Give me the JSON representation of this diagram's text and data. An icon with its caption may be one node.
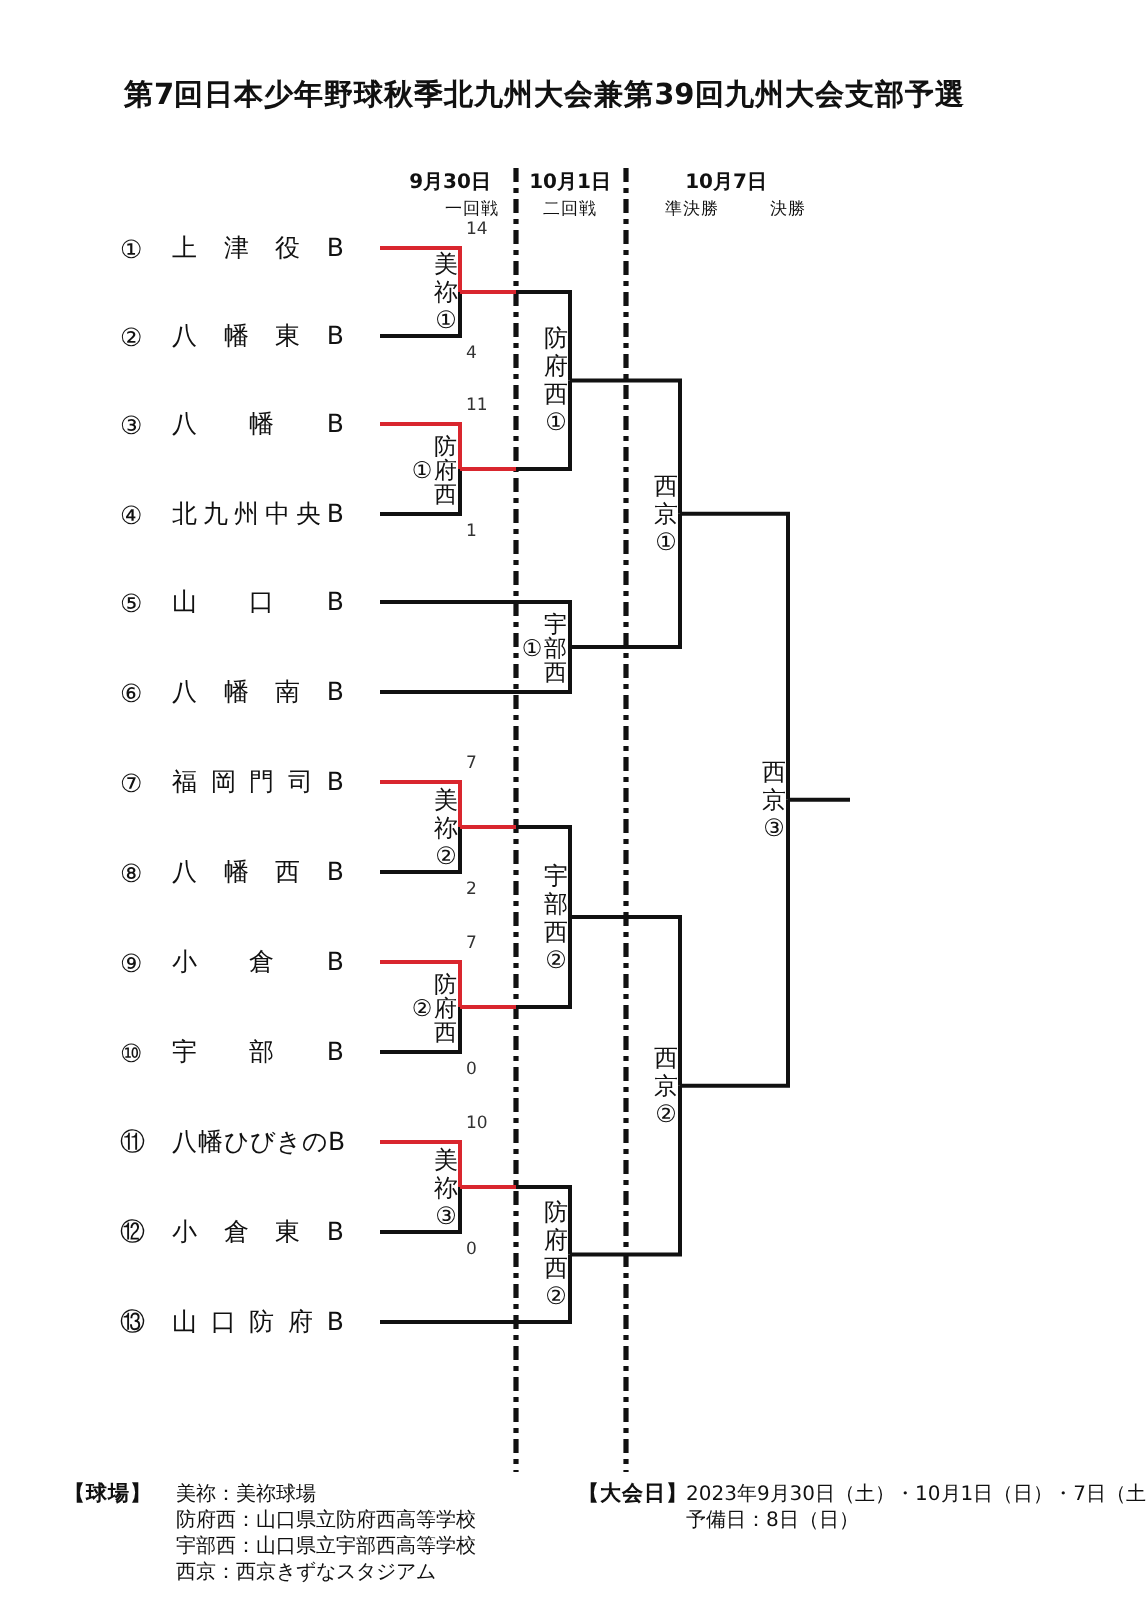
{
  "diagram": {
    "title": "第7回日本少年野球秋季北九州大会兼第39回九州大会支部予選",
    "nodes": [
      {
        "text": [
          "①",
          "上 津 役 B"
        ]
      },
      {
        "text": [
          "②",
          "八 幡 東 B"
        ]
      },
      {
        "text": [
          "③",
          "八 幡 B"
        ]
      },
      {
        "text": [
          "④",
          "北九州中央B"
        ]
      },
      {
        "text": [
          "⑤",
          "山 口 B"
        ]
      },
      {
        "text": [
          "⑥",
          "八 幡 南 B"
        ]
      },
      {
        "text": [
          "⑦",
          "福 岡 門 司 B"
        ]
      },
      {
        "text": [
          "⑧",
          "八 幡 西 B"
        ]
      },
      {
        "text": [
          "⑨",
          "小 倉 B"
        ]
      },
      {
        "text": [
          "⑩",
          "宇 部 B"
        ]
      },
      {
        "text": [
          "⑪",
          "八幡ひびきのB"
        ]
      },
      {
        "text": [
          "⑫",
          "小 倉 東 B"
        ]
      },
      {
        "text": [
          "⑬",
          "山 口 防 府 B"
        ]
      },
      {
        "text": [
          "美祢①"
        ],
        "beside": [
          "14",
          "4"
        ]
      },
      {
        "text": [
          "防府西①"
        ],
        "beside": [
          "11",
          "1"
        ]
      },
      {
        "text": [
          "美祢②"
        ],
        "beside": [
          "7",
          "2"
        ]
      },
      {
        "text": [
          "防府西②"
        ],
        "beside": [
          "7",
          "0"
        ]
      },
      {
        "text": [
          "美祢③"
        ],
        "beside": [
          "10",
          "0"
        ]
      },
      {
        "text": [
          "防府西①"
        ]
      },
      {
        "text": [
          "宇部西①"
        ]
      },
      {
        "text": [
          "宇部西②"
        ]
      },
      {
        "text": [
          "防府西②"
        ]
      },
      {
        "text": [
          "西京①"
        ]
      },
      {
        "text": [
          "西京②"
        ]
      },
      {
        "text": [
          "西京③"
        ]
      }
    ],
    "edges": [
      {
        "from": 0,
        "to": 13,
        "arrow": "none",
        "color": "#d9262e"
      },
      {
        "from": 1,
        "to": 13,
        "arrow": "none"
      },
      {
        "from": 2,
        "to": 14,
        "arrow": "none",
        "color": "#d9262e"
      },
      {
        "from": 3,
        "to": 14,
        "arrow": "none"
      },
      {
        "from": 6,
        "to": 15,
        "arrow": "none",
        "color": "#d9262e"
      },
      {
        "from": 7,
        "to": 15,
        "arrow": "none"
      },
      {
        "from": 8,
        "to": 16,
        "arrow": "none",
        "color": "#d9262e"
      },
      {
        "from": 9,
        "to": 16,
        "arrow": "none"
      },
      {
        "from": 10,
        "to": 17,
        "arrow": "none",
        "color": "#d9262e"
      },
      {
        "from": 11,
        "to": 17,
        "arrow": "none"
      },
      {
        "from": 13,
        "to": 18,
        "arrow": "none"
      },
      {
        "from": 14,
        "to": 18,
        "arrow": "none"
      },
      {
        "from": 4,
        "to": 19,
        "arrow": "none"
      },
      {
        "from": 5,
        "to": 19,
        "arrow": "none"
      },
      {
        "from": 15,
        "to": 20,
        "arrow": "none"
      },
      {
        "from": 16,
        "to": 20,
        "arrow": "none"
      },
      {
        "from": 17,
        "to": 21,
        "arrow": "none"
      },
      {
        "from": 12,
        "to": 21,
        "arrow": "none"
      },
      {
        "from": 18,
        "to": 22,
        "arrow": "none"
      },
      {
        "from": 19,
        "to": 22,
        "arrow": "none"
      },
      {
        "from": 20,
        "to": 23,
        "arrow": "none"
      },
      {
        "from": 21,
        "to": 23,
        "arrow": "none"
      },
      {
        "from": 22,
        "to": 24,
        "arrow": "none"
      },
      {
        "from": 23,
        "to": 24,
        "arrow": "none"
      },
      {
        "from": 24,
        "to": null,
        "arrow": "none"
      }
    ],
    "labels": [
      "9月30日",
      "一回戦",
      "10月1日",
      "二回戦",
      "10月7日",
      "準決勝",
      "決勝",
      "【球場】",
      "美祢：美祢球場",
      "防府西：山口県立防府西高等学校",
      "宇部西：山口県立宇部西高等学校",
      "西京：西京きずなスタジアム",
      "【大会日】",
      "2023年9月30日（土）・10月1日（日）・7日（土",
      "予備日：8日（日）"
    ]
  }
}
